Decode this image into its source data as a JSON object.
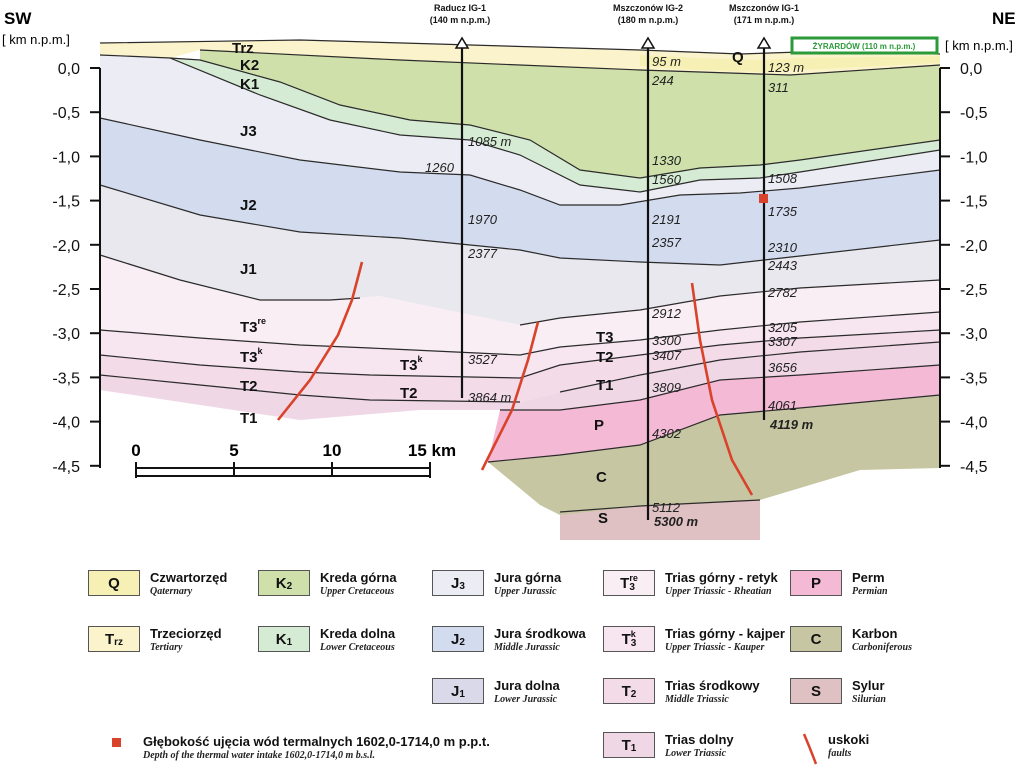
{
  "orientation": {
    "left": "SW",
    "right": "NE"
  },
  "axis": {
    "unit_left": "[ km n.p.m.]",
    "unit_right": "[ km n.p.m.]",
    "ticks": [
      "0,0",
      "-0,5",
      "-1,0",
      "-1,5",
      "-2,0",
      "-2,5",
      "-3,0",
      "-3,5",
      "-4,0",
      "-4,5"
    ],
    "ticks_right": [
      "0,0",
      "-0,5",
      "-1,0",
      "-1,5",
      "-2,0",
      "-2,5",
      "-3,0",
      "-3,5",
      "-4,0",
      "-4,5"
    ]
  },
  "scale_bar": {
    "labels": [
      "0",
      "5",
      "10",
      "15 km"
    ]
  },
  "town": "ŻYRARDÓW (110 m n.p.m.)",
  "wells": [
    {
      "name": "Raducz IG-1",
      "elev": "(140 m n.p.m.)",
      "depths": [
        "1085 m",
        "1260",
        "1970",
        "2377",
        "3527",
        "3864 m"
      ]
    },
    {
      "name": "Mszczonów IG-2",
      "elev": "(180 m n.p.m.)",
      "depths": [
        "95 m",
        "244",
        "1330",
        "1560",
        "2191",
        "2357",
        "2912",
        "3300",
        "3407",
        "3809",
        "4302",
        "5112",
        "5300 m"
      ]
    },
    {
      "name": "Mszczonów IG-1",
      "elev": "(171 m n.p.m.)",
      "depths": [
        "123 m",
        "311",
        "1508",
        "1735",
        "2310",
        "2443",
        "2782",
        "3205",
        "3307",
        "3656",
        "4061",
        "4119 m"
      ]
    }
  ],
  "layer_labels": {
    "trz": "Trz",
    "k2": "K2",
    "k1": "K1",
    "j3": "J3",
    "j2": "J2",
    "j1": "J1",
    "t3re": "T3",
    "t3re_sup": "re",
    "t3k": "T3",
    "t3k_sup": "k",
    "t3k_mid": "T3",
    "t3k_mid_sup": "k",
    "t2": "T2",
    "t2_mid": "T2",
    "t1": "T1",
    "q": "Q",
    "c_t3": "T3",
    "c_t2": "T2",
    "c_t1": "T1",
    "p": "P",
    "c": "C",
    "s": "S"
  },
  "legend": [
    {
      "sym": "Q",
      "sub": "",
      "sup": "",
      "pl": "Czwartorzęd",
      "en": "Qaternary",
      "color": "#f7f0b5"
    },
    {
      "sym": "T",
      "sub": "rz",
      "sup": "",
      "pl": "Trzeciorzęd",
      "en": "Tertiary",
      "color": "#fbf3cc"
    },
    {
      "sym": "K",
      "sub": "2",
      "sup": "",
      "pl": "Kreda górna",
      "en": "Upper Cretaceous",
      "color": "#cfe0ab"
    },
    {
      "sym": "K",
      "sub": "1",
      "sup": "",
      "pl": "Kreda dolna",
      "en": "Lower Cretaceous",
      "color": "#d6ebd4"
    },
    {
      "sym": "J",
      "sub": "3",
      "sup": "",
      "pl": "Jura górna",
      "en": "Upper Jurassic",
      "color": "#ececf4"
    },
    {
      "sym": "J",
      "sub": "2",
      "sup": "",
      "pl": "Jura środkowa",
      "en": "Middle Jurassic",
      "color": "#d3dbee"
    },
    {
      "sym": "J",
      "sub": "1",
      "sup": "",
      "pl": "Jura dolna",
      "en": "Lower Jurassic",
      "color": "#d9d9ea"
    },
    {
      "sym": "T",
      "sub": "3",
      "sup": "re",
      "pl": "Trias górny - retyk",
      "en": "Upper Triassic - Rheatian",
      "color": "#f9eef4"
    },
    {
      "sym": "T",
      "sub": "3",
      "sup": "k",
      "pl": "Trias górny - kajper",
      "en": "Upper Triassic - Kauper",
      "color": "#f7e6ef"
    },
    {
      "sym": "T",
      "sub": "2",
      "sup": "",
      "pl": "Trias środkowy",
      "en": "Middle Triassic",
      "color": "#f3dbe8"
    },
    {
      "sym": "T",
      "sub": "1",
      "sup": "",
      "pl": "Trias dolny",
      "en": "Lower Triassic",
      "color": "#efd7e6"
    },
    {
      "sym": "P",
      "sub": "",
      "sup": "",
      "pl": "Perm",
      "en": "Permian",
      "color": "#f3b9d5"
    },
    {
      "sym": "C",
      "sub": "",
      "sup": "",
      "pl": "Karbon",
      "en": "Carboniferous",
      "color": "#c7c6a2"
    },
    {
      "sym": "S",
      "sub": "",
      "sup": "",
      "pl": "Sylur",
      "en": "Silurian",
      "color": "#dfc0c3"
    }
  ],
  "legend_extra": {
    "intake_pl": "Głębokość ujęcia wód termalnych 1602,0-1714,0 m p.p.t.",
    "intake_en": "Depth of the thermal water intake 1602,0-1714,0 m b.s.l.",
    "faults_pl": "uskoki",
    "faults_en": "faults"
  },
  "colors": {
    "q": "#f7f0b5",
    "trz": "#fbf3cc",
    "k2": "#cfe0ab",
    "k1": "#d6ebd4",
    "j3": "#ececf4",
    "j2": "#d3dbee",
    "j1": "#e8e8ee",
    "t3re": "#f9eef4",
    "t3k": "#f7e6ef",
    "t2": "#f3dbe8",
    "t1": "#efd7e6",
    "p": "#f3b9d5",
    "c": "#c7c6a2",
    "s": "#dfc0c3",
    "fault": "#d9432b",
    "town": "#2a9a3a",
    "intake": "#d9432b"
  }
}
